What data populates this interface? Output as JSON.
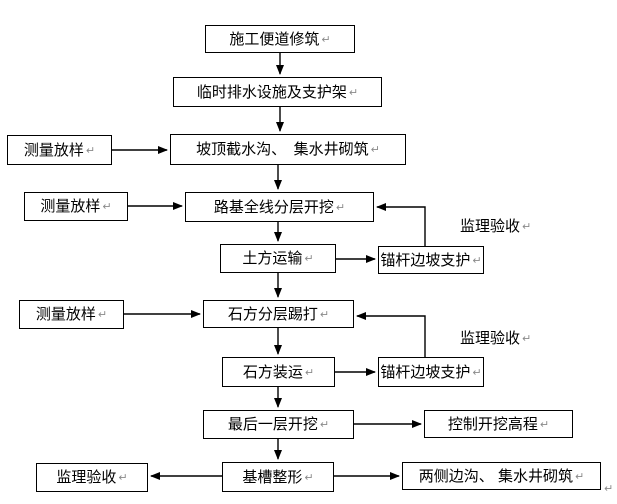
{
  "diagram": {
    "type": "flowchart",
    "background_color": "#ffffff",
    "line_color": "#000000",
    "box_border_color": "#000000",
    "mark_color": "#8a8a8a",
    "return_mark": "↵",
    "nodes": {
      "access_road": {
        "label": "施工便道修筑"
      },
      "temp_drainage": {
        "label": "临时排水设施及支护架"
      },
      "survey1": {
        "label": "测量放样"
      },
      "slope_ditch": {
        "label": "坡顶截水沟、　集水井砌筑"
      },
      "survey2": {
        "label": "测量放样"
      },
      "roadbed_excavation": {
        "label": "路基全线分层开挖"
      },
      "earth_transport": {
        "label": "土方运输"
      },
      "anchor_support1": {
        "label": "锚杆边坡支护"
      },
      "supervision_label1": {
        "label": "监理验收"
      },
      "survey3": {
        "label": "测量放样"
      },
      "rock_excavation": {
        "label": "石方分层踢打"
      },
      "rock_loading": {
        "label": "石方装运"
      },
      "anchor_support2": {
        "label": "锚杆边坡支护"
      },
      "supervision_label2": {
        "label": "监理验收"
      },
      "last_layer": {
        "label": "最后一层开挖"
      },
      "control_elevation": {
        "label": "控制开挖高程"
      },
      "supervision_box": {
        "label": "监理验收"
      },
      "trench_shaping": {
        "label": "基槽整形"
      },
      "side_ditch": {
        "label": "两侧边沟、 集水井砌筑"
      }
    },
    "edges": [
      {
        "from": "access_road",
        "to": "temp_drainage"
      },
      {
        "from": "temp_drainage",
        "to": "slope_ditch"
      },
      {
        "from": "survey1",
        "to": "slope_ditch"
      },
      {
        "from": "slope_ditch",
        "to": "roadbed_excavation"
      },
      {
        "from": "survey2",
        "to": "roadbed_excavation"
      },
      {
        "from": "roadbed_excavation",
        "to": "earth_transport"
      },
      {
        "from": "earth_transport",
        "to": "anchor_support1"
      },
      {
        "from": "anchor_support1",
        "to": "roadbed_excavation"
      },
      {
        "from": "earth_transport",
        "to": "rock_excavation"
      },
      {
        "from": "survey3",
        "to": "rock_excavation"
      },
      {
        "from": "rock_excavation",
        "to": "rock_loading"
      },
      {
        "from": "rock_loading",
        "to": "anchor_support2"
      },
      {
        "from": "anchor_support2",
        "to": "rock_excavation"
      },
      {
        "from": "rock_loading",
        "to": "last_layer"
      },
      {
        "from": "last_layer",
        "to": "control_elevation"
      },
      {
        "from": "last_layer",
        "to": "trench_shaping"
      },
      {
        "from": "trench_shaping",
        "to": "supervision_box"
      },
      {
        "from": "trench_shaping",
        "to": "side_ditch"
      }
    ]
  }
}
